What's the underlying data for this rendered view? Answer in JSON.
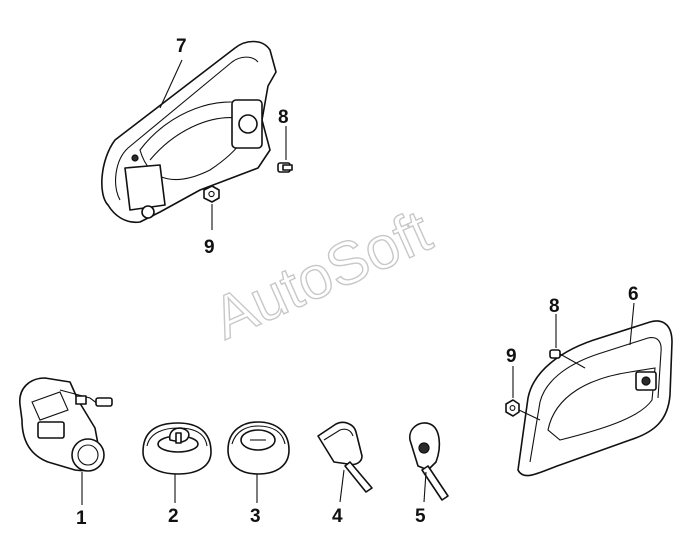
{
  "watermark": "AutoSoft",
  "callouts": {
    "c1": "1",
    "c2": "2",
    "c3": "3",
    "c4": "4",
    "c5": "5",
    "c6": "6",
    "c7": "7",
    "c8a": "8",
    "c9a": "9",
    "c8b": "8",
    "c9b": "9"
  }
}
